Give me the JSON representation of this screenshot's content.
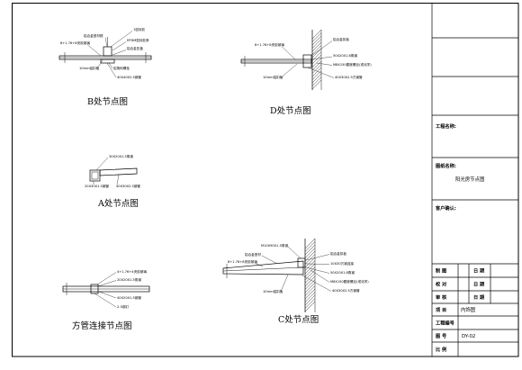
{
  "drawing": {
    "details": {
      "b": {
        "title": "B处节点图",
        "notes": [
          "1密封胶",
          "铝合金型材框",
          "8+1.76+8夹胶玻璃",
          "EPDM密封胶条",
          "铝合金压盖",
          "10mm铝扣板",
          "铝角码螺栓",
          "40X40X2.5钢管"
        ]
      },
      "d": {
        "title": "D处节点图",
        "notes": [
          "8+1.76+8夹胶玻璃",
          "铝合金扣板",
          "50X20X1.8角钢",
          "M8X150膨胀螺丝(或化学)",
          "10mm铝扣板",
          "40X30X2.5方钢管"
        ]
      },
      "a": {
        "title": "A处节点图",
        "notes": [
          "30X20X1.5角钢",
          "20X30X1.5钢管",
          "40X30X2.5钢管"
        ]
      },
      "joint": {
        "title": "方管连接节点图",
        "notes": [
          "4+1.76+4夹胶玻璃",
          "20X20X1.5角钢",
          "40X20X1.5钢管",
          "2-5钢钉"
        ]
      },
      "c": {
        "title": "C处节点图",
        "notes": [
          "M10X90X1.5角钢",
          "铝合金型材",
          "8+1.76+8夹胶玻璃",
          "铝合金扣板",
          "10X30方钢连接",
          "50X20X1.8角钢",
          "M8X150膨胀螺丝(或化学)",
          "10mm铝扣板",
          "40X30X2.5方钢管"
        ]
      }
    }
  },
  "title_block": {
    "project_name_label": "工程名称:",
    "drawing_name_label": "图纸名称:",
    "drawing_name": "阳光房节点图",
    "client_confirm_label": "客户确认:",
    "rows": [
      {
        "label": "制 图",
        "date_label": "日 期"
      },
      {
        "label": "校 对",
        "date_label": "日 期"
      },
      {
        "label": "审 核",
        "date_label": "日 期"
      }
    ],
    "project_label": "项 目",
    "project_value": "内饰图",
    "project_no_label": "工程编号",
    "drawing_no_label": "图 号",
    "drawing_no": "DY-02",
    "scale_label": "比 例"
  }
}
